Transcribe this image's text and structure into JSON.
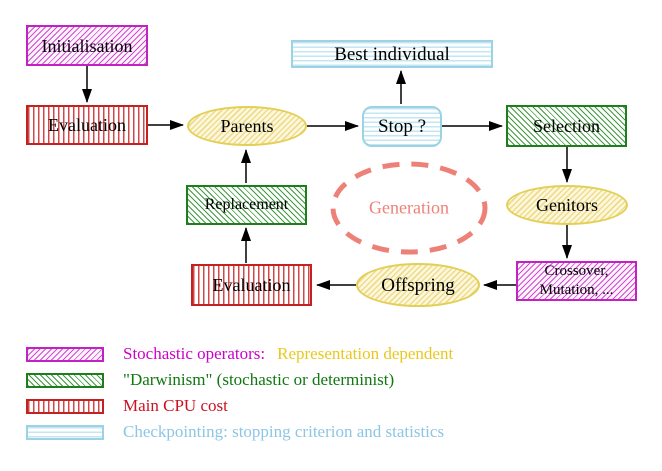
{
  "nodes": {
    "initialisation": "Initialisation",
    "evaluation_top": "Evaluation",
    "parents": "Parents",
    "best_individual": "Best individual",
    "stop": "Stop ?",
    "selection": "Selection",
    "replacement": "Replacement",
    "generation": "Generation",
    "genitors": "Genitors",
    "evaluation_bottom": "Evaluation",
    "offspring": "Offspring",
    "crossover_line1": "Crossover,",
    "crossover_line2": "Mutation, ..."
  },
  "legend": {
    "rows": [
      {
        "swatch": "magenta-diagonal-hatch",
        "label": "Stochastic operators:",
        "label2": "Representation dependent"
      },
      {
        "swatch": "green-diagonal-hatch",
        "label": "\"Darwinism\" (stochastic or determinist)"
      },
      {
        "swatch": "red-vertical-stripes",
        "label": "Main CPU cost"
      },
      {
        "swatch": "cyan-horizontal-stripes",
        "label": "Checkpointing: stopping criterion and statistics"
      }
    ]
  },
  "colors": {
    "magenta": "#c222c2",
    "red": "#c22222",
    "green": "#1e7e1e",
    "cyan_border": "#9cd2e4",
    "yellow_border": "#e3cf56",
    "salmon": "#ee8177",
    "legend_magenta_text": "#cc00cc",
    "legend_gold_text": "#e8c81e",
    "legend_green_text": "#117711",
    "legend_red_text": "#cc1122",
    "legend_cyan_text": "#8cc6e4"
  }
}
